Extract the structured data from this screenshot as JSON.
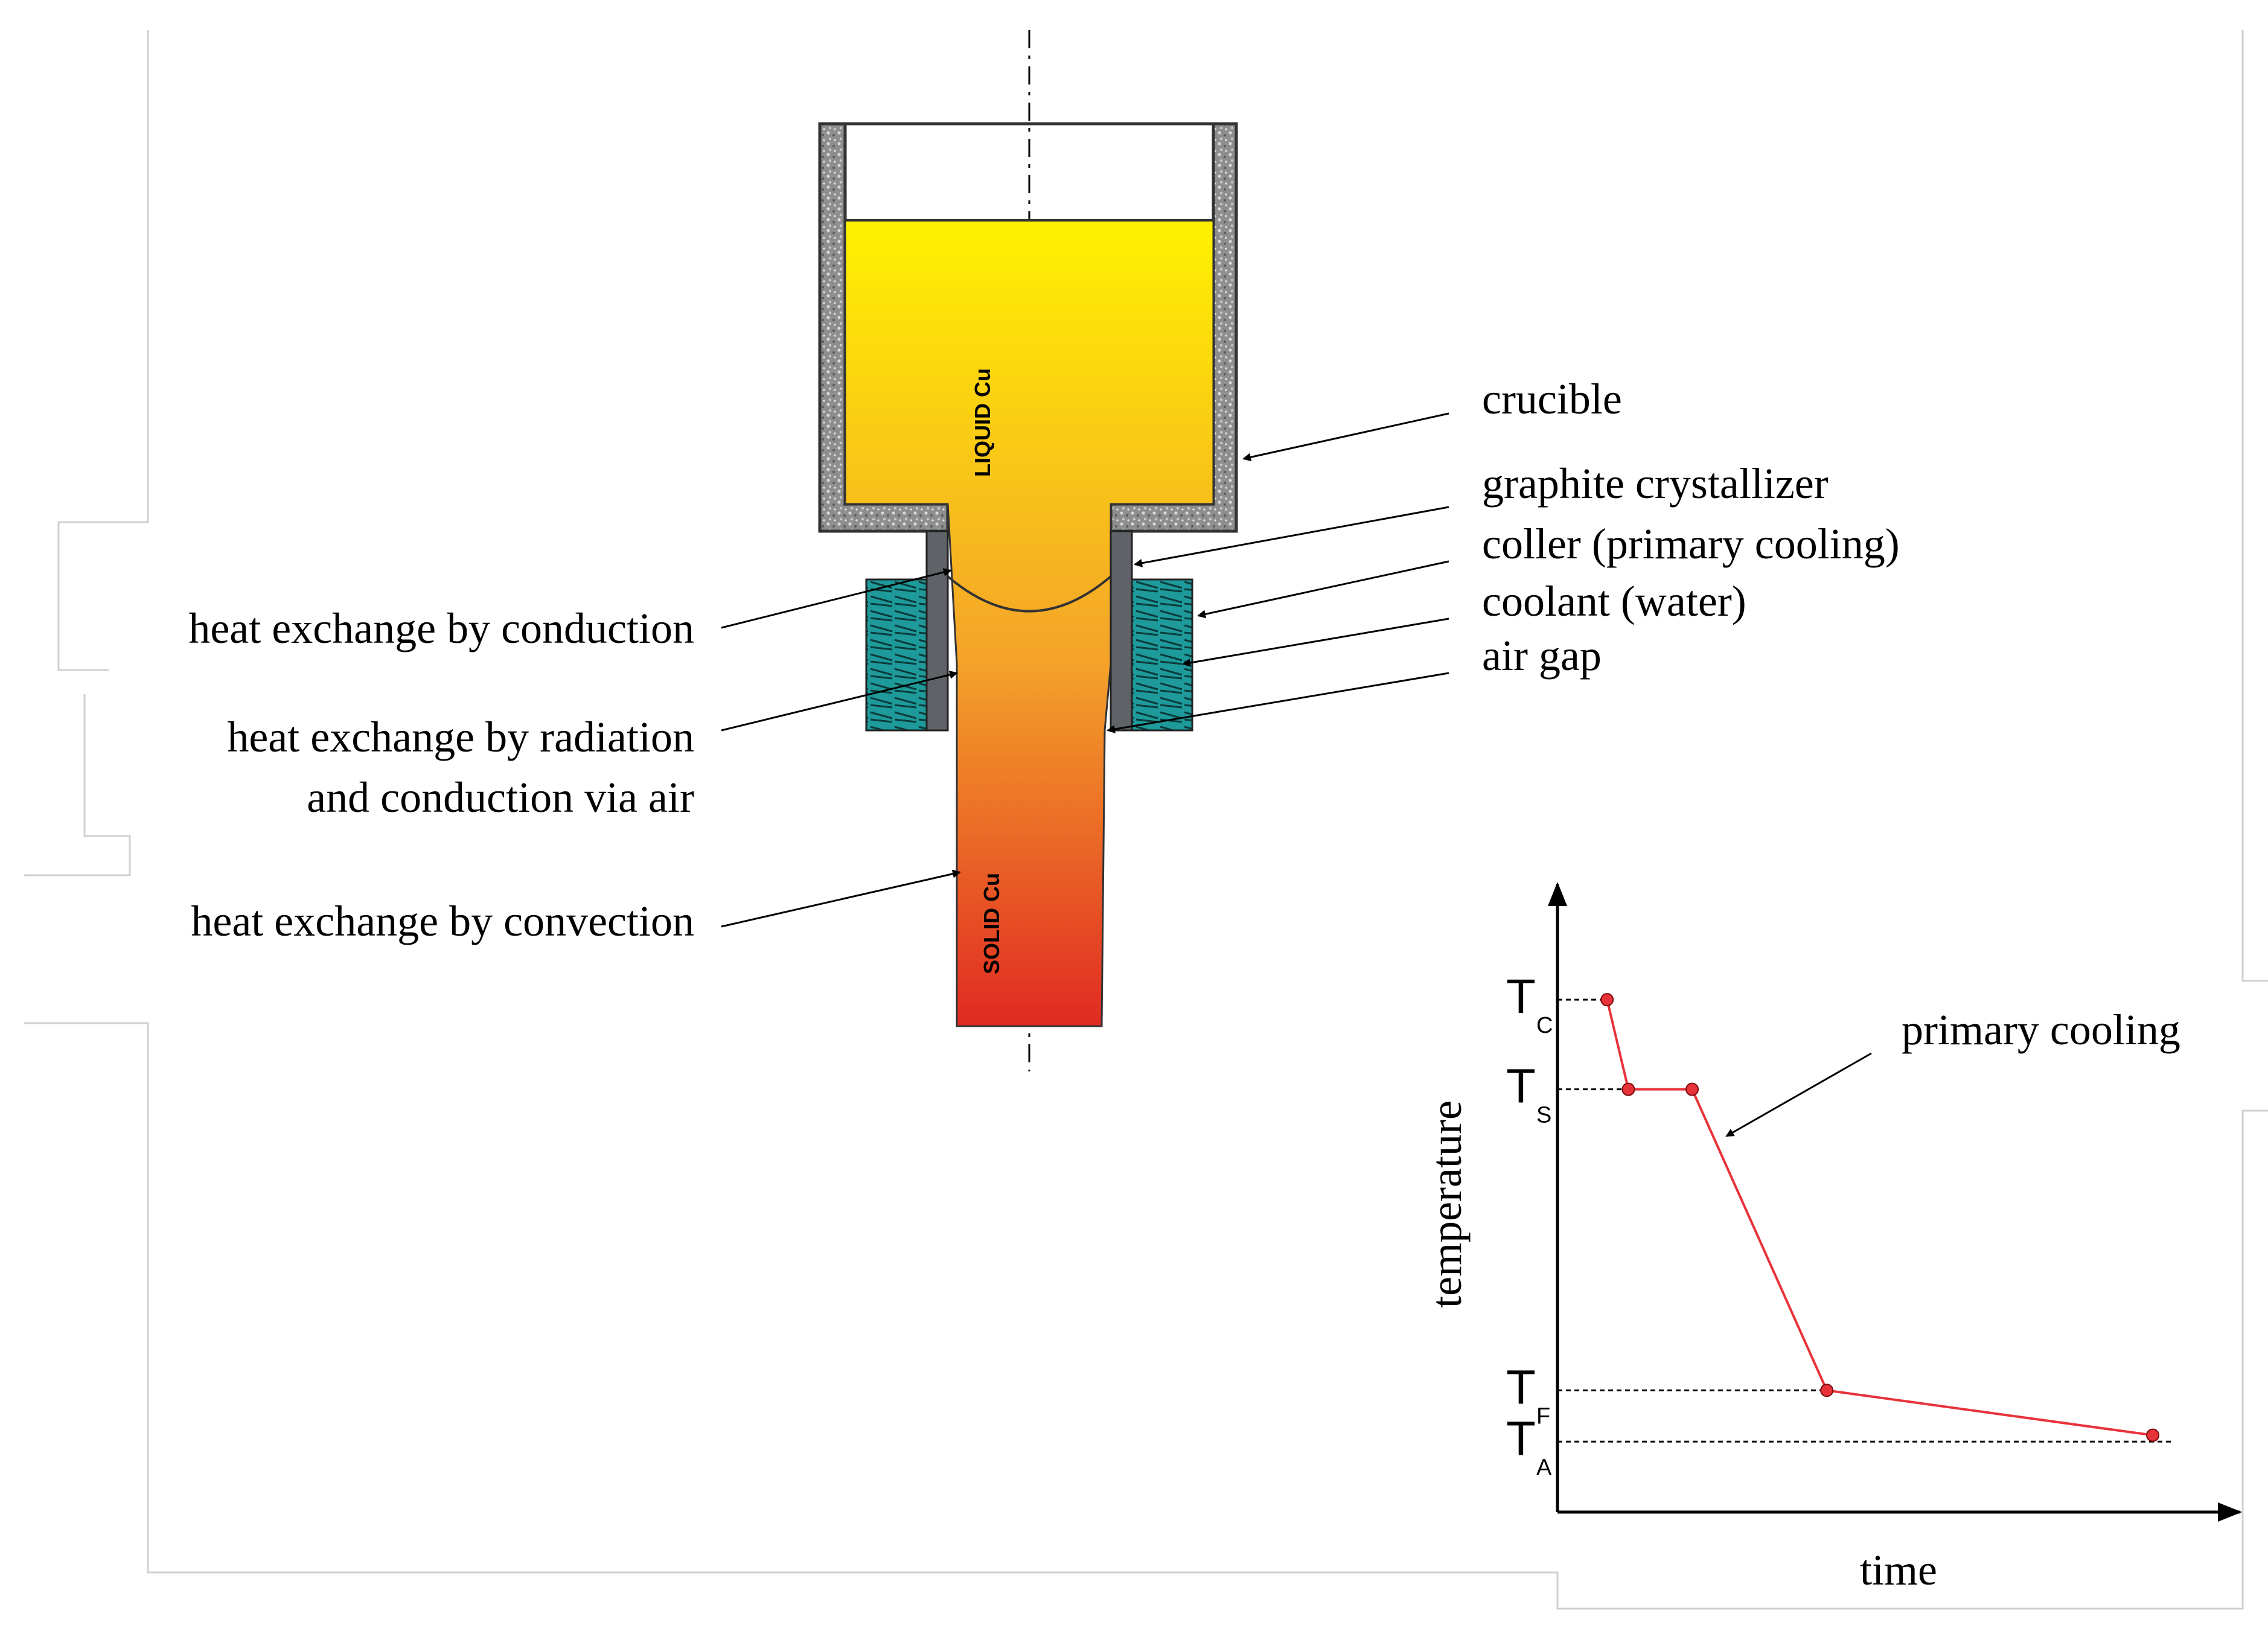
{
  "labels": {
    "crucible": "crucible",
    "graphite": "graphite crystallizer",
    "cooler": "coller (primary cooling)",
    "coolant": "coolant (water)",
    "air_gap": "air gap",
    "conduction": "heat exchange by conduction",
    "radiation_1": "heat exchange by radiation",
    "radiation_2": "and conduction via air",
    "convection": "heat exchange by convection",
    "liquid": "LIQUID Cu",
    "solid": "SOLID Cu"
  },
  "colors": {
    "melt_top": "#FFF200",
    "melt_mid": "#F4A22A",
    "melt_bottom": "#E02A22",
    "crucible_wall": "#9B9B9B",
    "graphite": "#5F6266",
    "coolant": "#1E9A9A",
    "curve": "#E8323A"
  },
  "chart_data": {
    "type": "line",
    "xlabel": "time",
    "ylabel": "temperature",
    "annotation": "primary cooling",
    "y_levels": [
      {
        "symbol": "T",
        "sub": "C",
        "value": 4
      },
      {
        "symbol": "T",
        "sub": "S",
        "value": 3.3
      },
      {
        "symbol": "T",
        "sub": "F",
        "value": 0.95
      },
      {
        "symbol": "T",
        "sub": "A",
        "value": 0.55
      }
    ],
    "series": [
      {
        "points": [
          [
            0.35,
            4
          ],
          [
            0.5,
            3.3
          ],
          [
            0.95,
            3.3
          ],
          [
            1.9,
            0.95
          ],
          [
            4.2,
            0.6
          ]
        ]
      }
    ],
    "xlim": [
      0,
      4.6
    ],
    "ylim": [
      0,
      4.5
    ]
  }
}
